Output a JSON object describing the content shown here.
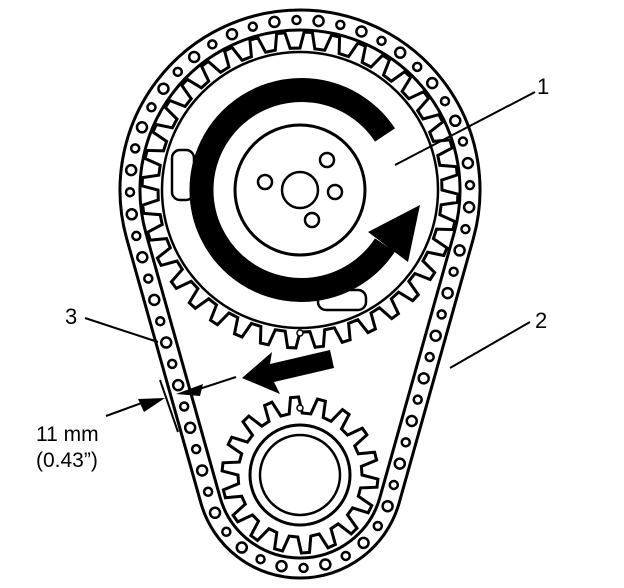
{
  "callouts": {
    "one": "1",
    "two": "2",
    "three": "3"
  },
  "measurement": {
    "metric": "11 mm",
    "imperial": "(0.43”)"
  },
  "colors": {
    "ink": "#000000",
    "paper": "#ffffff"
  }
}
